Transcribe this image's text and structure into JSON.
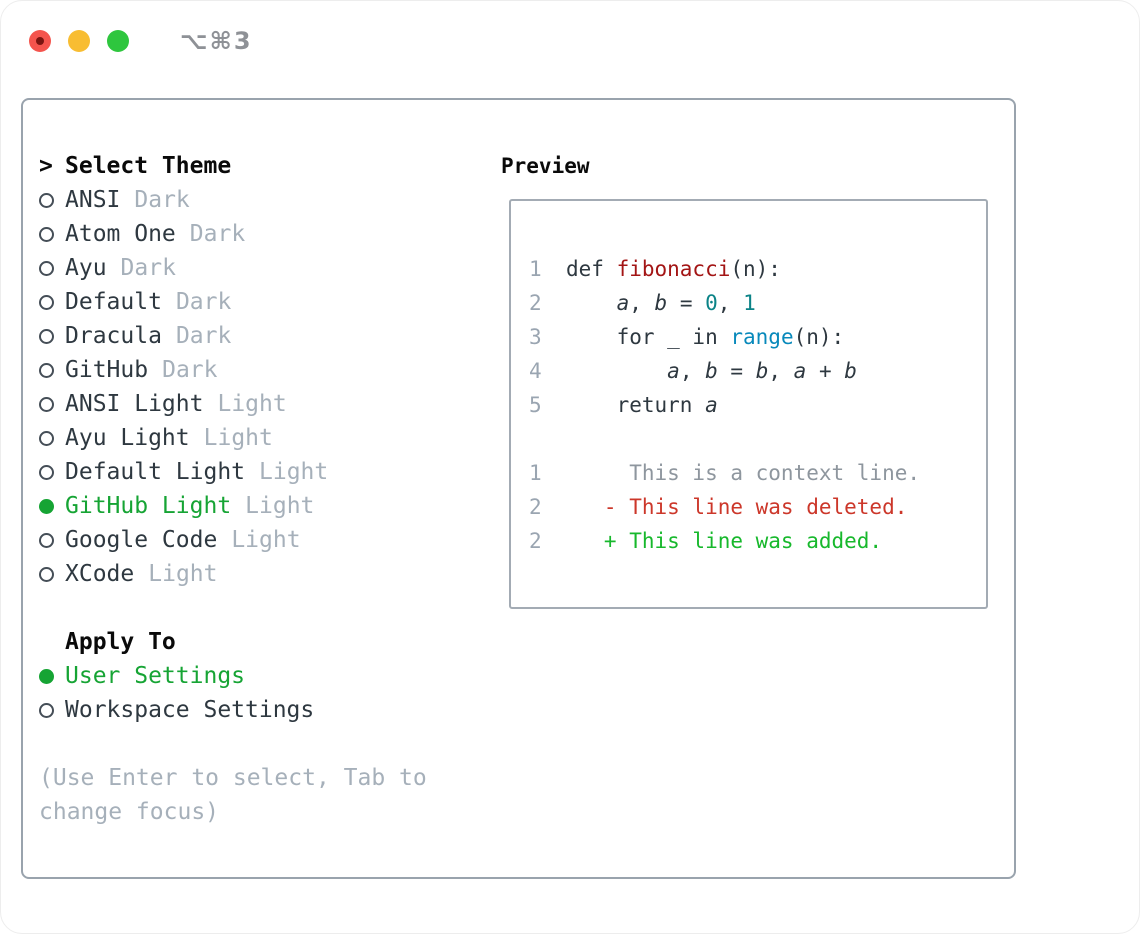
{
  "window": {
    "title": "⌥⌘3",
    "traffic_lights": [
      "close",
      "minimize",
      "zoom"
    ]
  },
  "theme_panel": {
    "header": {
      "prompt": ">",
      "label": "Select Theme"
    },
    "themes": [
      {
        "name": "ANSI",
        "variant": "Dark",
        "selected": false
      },
      {
        "name": "Atom One",
        "variant": "Dark",
        "selected": false
      },
      {
        "name": "Ayu",
        "variant": "Dark",
        "selected": false
      },
      {
        "name": "Default",
        "variant": "Dark",
        "selected": false
      },
      {
        "name": "Dracula",
        "variant": "Dark",
        "selected": false
      },
      {
        "name": "GitHub",
        "variant": "Dark",
        "selected": false
      },
      {
        "name": "ANSI Light",
        "variant": "Light",
        "selected": false
      },
      {
        "name": "Ayu Light",
        "variant": "Light",
        "selected": false
      },
      {
        "name": "Default Light",
        "variant": "Light",
        "selected": false
      },
      {
        "name": "GitHub Light",
        "variant": "Light",
        "selected": true
      },
      {
        "name": "Google Code",
        "variant": "Light",
        "selected": false
      },
      {
        "name": "XCode",
        "variant": "Light",
        "selected": false
      }
    ],
    "apply_to": {
      "label": "Apply To",
      "options": [
        {
          "label": "User Settings",
          "selected": true
        },
        {
          "label": "Workspace Settings",
          "selected": false
        }
      ]
    },
    "hint_line1": "(Use Enter to select, Tab to",
    "hint_line2": "change focus)"
  },
  "preview": {
    "label": "Preview",
    "lines": [
      {
        "num": "1",
        "tokens": [
          {
            "c": "p",
            "t": "def "
          },
          {
            "c": "f",
            "t": "fibonacci"
          },
          {
            "c": "p",
            "t": "(n):"
          }
        ]
      },
      {
        "num": "2",
        "tokens": [
          {
            "c": "p",
            "t": "    "
          },
          {
            "c": "v",
            "t": "a"
          },
          {
            "c": "p",
            "t": ", "
          },
          {
            "c": "v",
            "t": "b"
          },
          {
            "c": "p",
            "t": " = "
          },
          {
            "c": "n",
            "t": "0"
          },
          {
            "c": "p",
            "t": ", "
          },
          {
            "c": "n",
            "t": "1"
          }
        ]
      },
      {
        "num": "3",
        "tokens": [
          {
            "c": "p",
            "t": "    for _ in "
          },
          {
            "c": "b",
            "t": "range"
          },
          {
            "c": "p",
            "t": "(n):"
          }
        ]
      },
      {
        "num": "4",
        "tokens": [
          {
            "c": "p",
            "t": "        "
          },
          {
            "c": "v",
            "t": "a"
          },
          {
            "c": "p",
            "t": ", "
          },
          {
            "c": "v",
            "t": "b"
          },
          {
            "c": "p",
            "t": " = "
          },
          {
            "c": "v",
            "t": "b"
          },
          {
            "c": "p",
            "t": ", "
          },
          {
            "c": "v",
            "t": "a"
          },
          {
            "c": "p",
            "t": " + "
          },
          {
            "c": "v",
            "t": "b"
          }
        ]
      },
      {
        "num": "5",
        "tokens": [
          {
            "c": "p",
            "t": "    return "
          },
          {
            "c": "v",
            "t": "a"
          }
        ]
      },
      {
        "num": "",
        "tokens": []
      },
      {
        "num": "1",
        "tokens": [
          {
            "c": "ctx",
            "t": "     This is a context line."
          }
        ]
      },
      {
        "num": "2",
        "tokens": [
          {
            "c": "del",
            "t": "   - This line was deleted."
          }
        ]
      },
      {
        "num": "2",
        "tokens": [
          {
            "c": "add",
            "t": "   + This line was added."
          }
        ]
      }
    ]
  },
  "colors": {
    "accent_green": "#16a434",
    "diff_red": "#cc372a",
    "diff_green": "#17b82c",
    "function_red": "#a31515",
    "number_teal": "#0b8387",
    "builtin_blue": "#0889bb",
    "text_dark": "#2e3840",
    "muted_gray": "#a6b0ba",
    "linenum_gray": "#9aa5b1",
    "context_gray": "#8e969e",
    "panel_border": "#99a3ad",
    "box_border": "#a3abb4",
    "traffic_red": "#f4544d",
    "traffic_red_dot": "#7a1410",
    "traffic_yellow": "#f8bd32",
    "traffic_green": "#2ec63e"
  }
}
